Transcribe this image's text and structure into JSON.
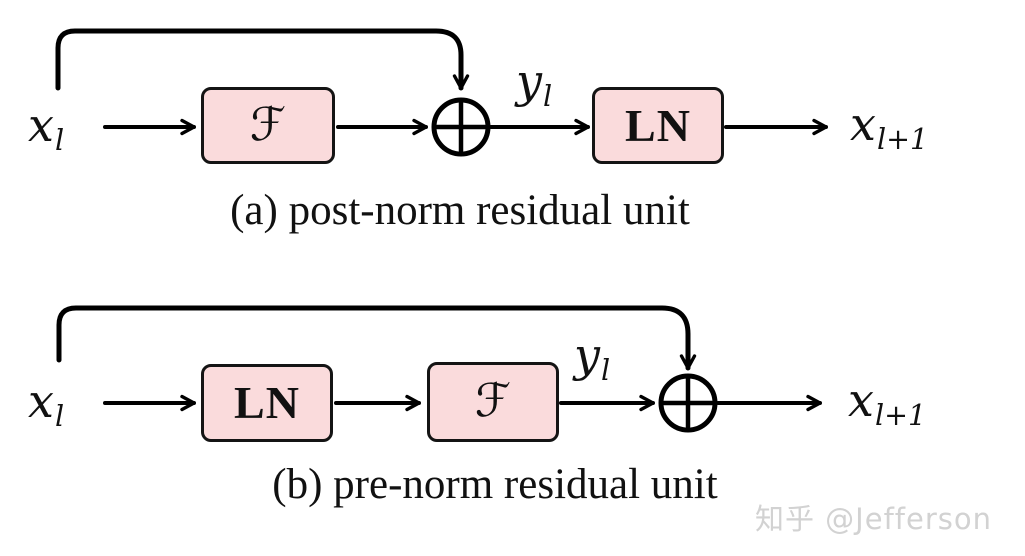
{
  "colors": {
    "block_fill": "#fadbdc",
    "block_border": "#141414",
    "line": "#000000",
    "text": "#111111",
    "watermark": "#d2d2d2"
  },
  "diagram_a": {
    "caption": "(a) post-norm residual unit",
    "input": {
      "base": "x",
      "sub": "l"
    },
    "function_block": "ℱ",
    "sum_symbol": "⊕",
    "sum_output": {
      "base": "y",
      "sub": "l"
    },
    "norm_block": "LN",
    "output": {
      "base": "x",
      "sub": "l+1"
    }
  },
  "diagram_b": {
    "caption": "(b) pre-norm residual unit",
    "input": {
      "base": "x",
      "sub": "l"
    },
    "norm_block": "LN",
    "function_block": "ℱ",
    "sum_output": {
      "base": "y",
      "sub": "l"
    },
    "sum_symbol": "⊕",
    "output": {
      "base": "x",
      "sub": "l+1"
    }
  },
  "watermark": "知乎 @Jefferson"
}
